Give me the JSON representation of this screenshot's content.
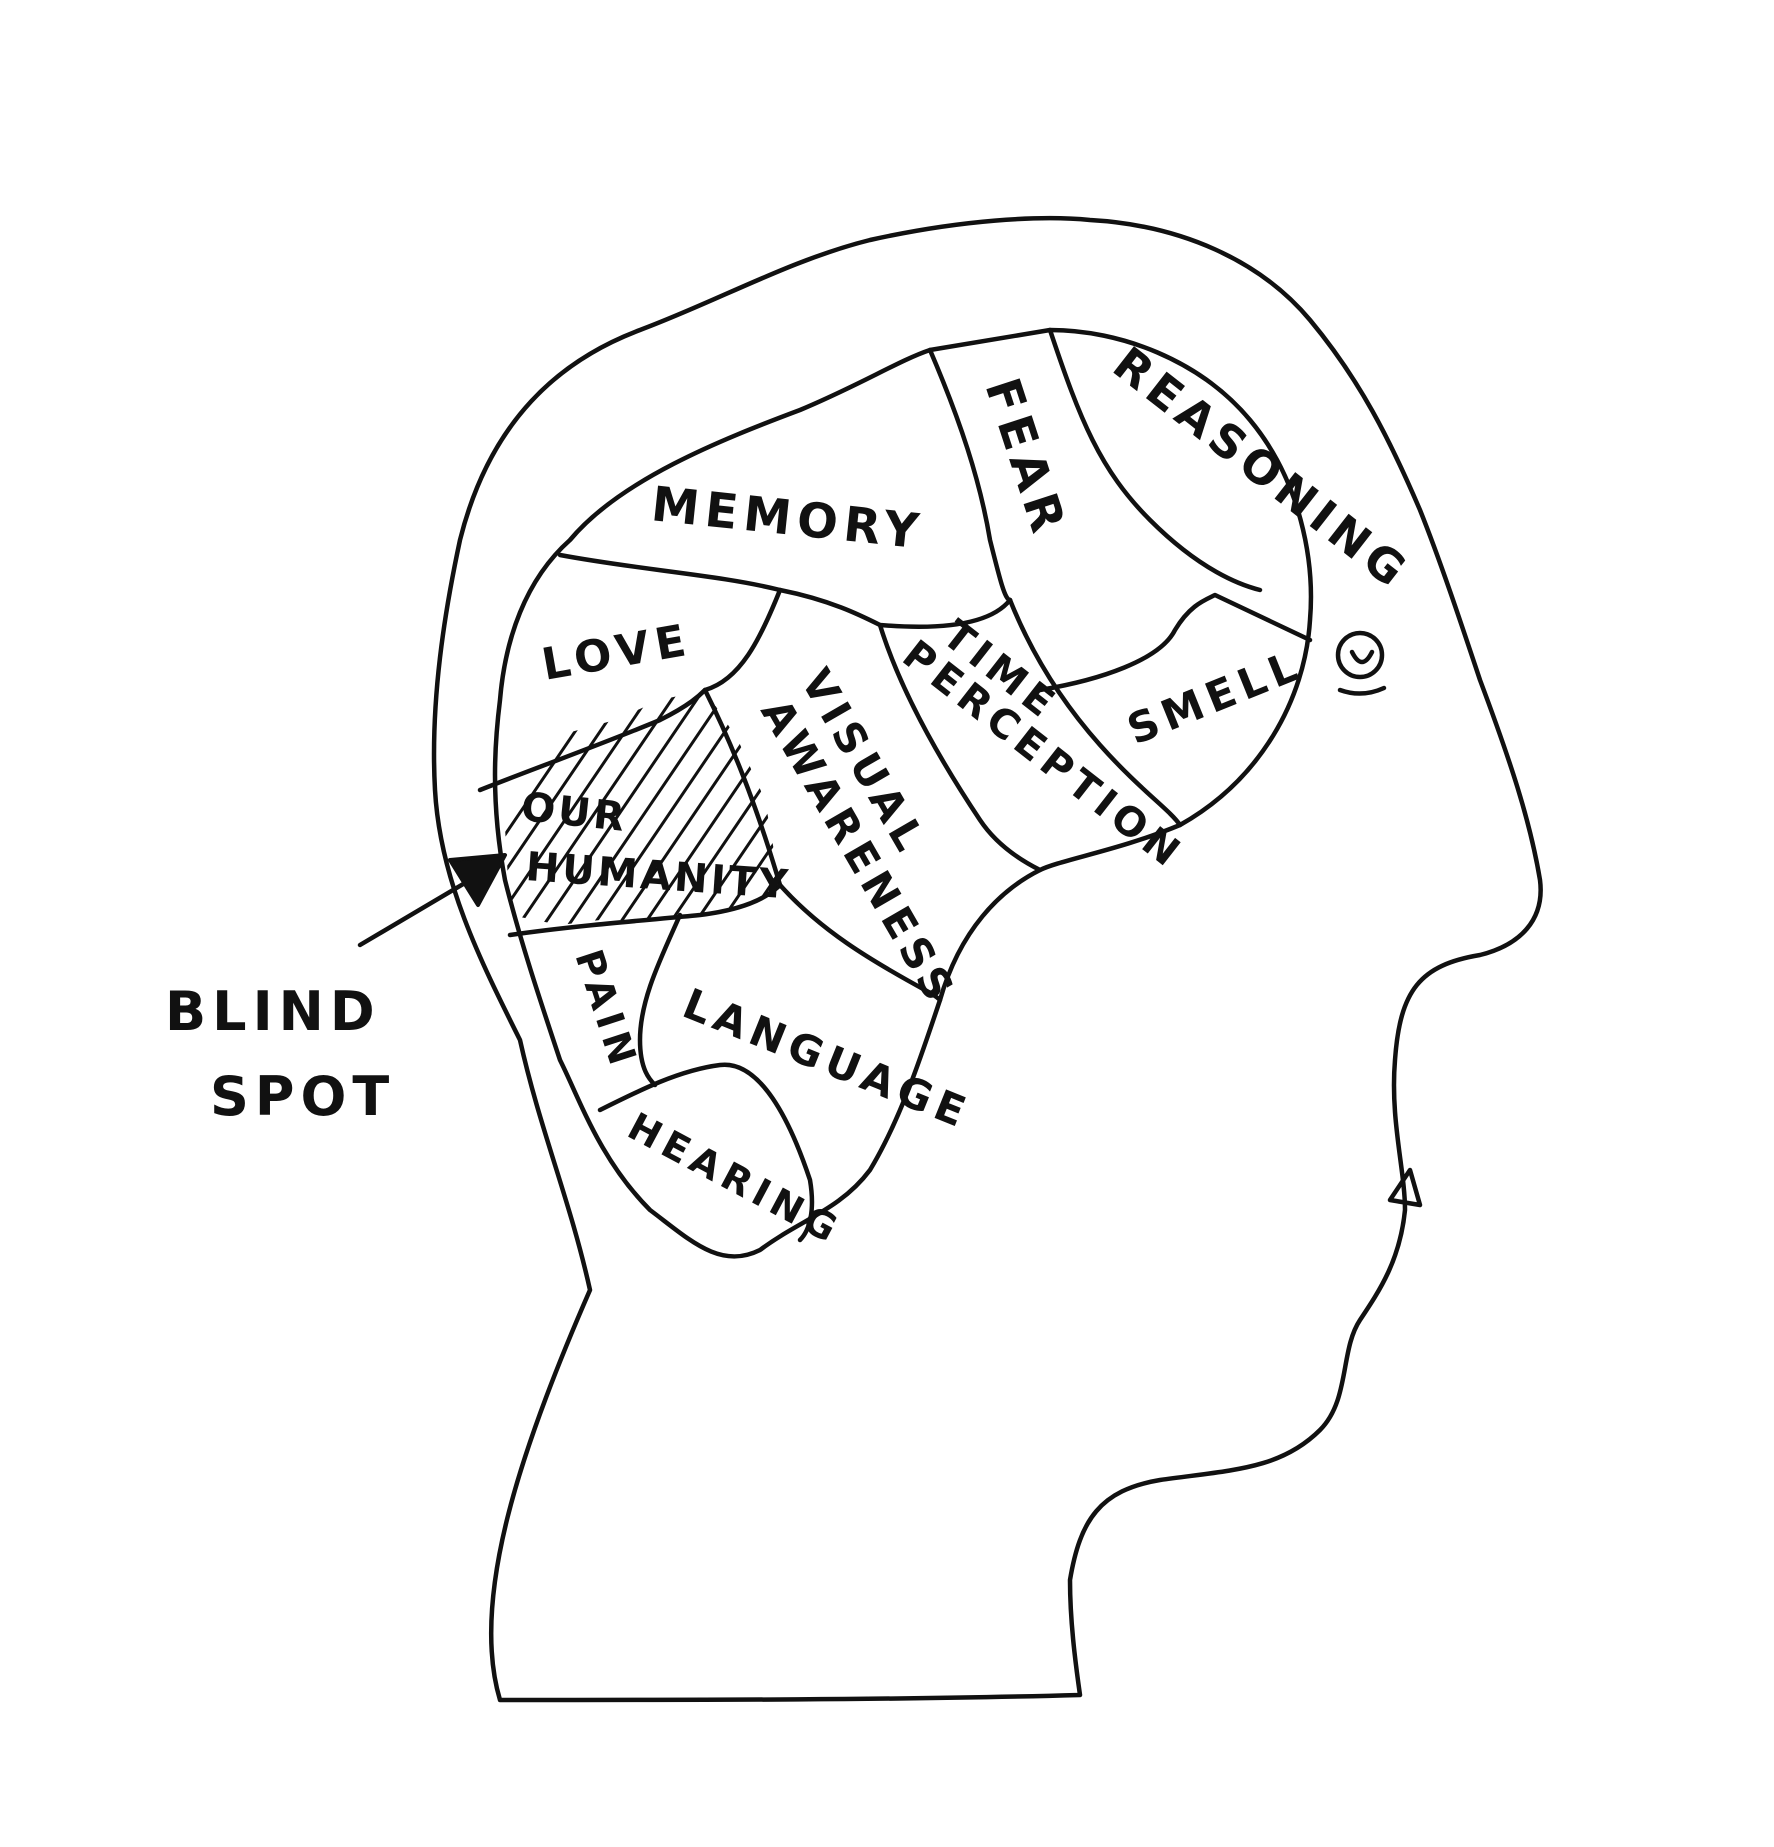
{
  "diagram": {
    "regions": {
      "memory": "MEMORY",
      "fear": "FEAR",
      "reasoning": "REASONING",
      "love": "LOVE",
      "time_line1": "TIME",
      "time_line2": "PERCEPTION",
      "smell": "SMELL",
      "visual_line1": "VISUAL",
      "visual_line2": "AWARENESS",
      "humanity_line1": "OUR",
      "humanity_line2": "HUMANITY",
      "pain": "PAIN",
      "language": "LANGUAGE",
      "hearing": "HEARING"
    },
    "callout_line1": "BLIND",
    "callout_line2": "SPOT"
  }
}
